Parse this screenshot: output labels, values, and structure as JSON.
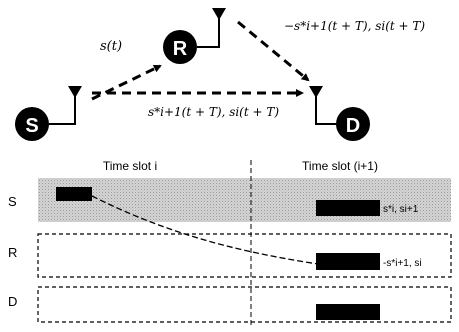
{
  "nodes": {
    "source": "S",
    "relay": "R",
    "destination": "D"
  },
  "link_labels": {
    "source_to_relay": "s(t)",
    "relay_to_destination": "−s*i+1(t + T), si(t + T)",
    "source_to_destination": "s*i+1(t + T), si(t + T)"
  },
  "timeline": {
    "slot_labels": [
      "Time slot i",
      "Time slot (i+1)"
    ],
    "rows": [
      {
        "label": "S",
        "annotation": "s*i, si+1"
      },
      {
        "label": "R",
        "annotation": "-s*i+1, si"
      },
      {
        "label": "D",
        "annotation": ""
      }
    ]
  }
}
